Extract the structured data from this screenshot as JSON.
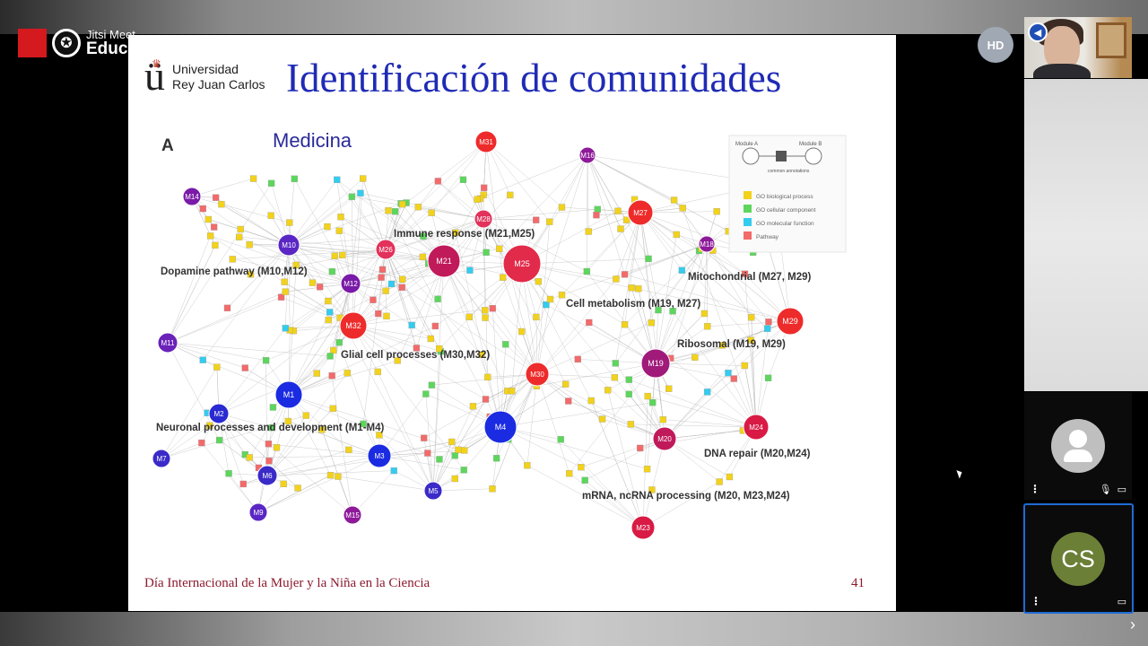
{
  "watermark": {
    "line1": "Jitsi Meet",
    "line2": "Educa"
  },
  "header": {
    "quality_badge": "HD"
  },
  "slide": {
    "logo_line1": "Universidad",
    "logo_line2": "Rey Juan Carlos",
    "logo_letter": "ü",
    "title": "Identificación de comunidades",
    "footer_text": "Día Internacional de la Mujer y la Niña en la Ciencia",
    "page_number": "41"
  },
  "figure": {
    "panel_label": "A",
    "subtitle": "Medicina",
    "legend": {
      "module_a": "Module A",
      "module_b": "Module B",
      "common_annotations": "common annotations",
      "items": [
        {
          "label": "GO biological process",
          "color": "#f2d21b"
        },
        {
          "label": "GO cellular component",
          "color": "#5cd65c"
        },
        {
          "label": "GO molecular function",
          "color": "#33ccee"
        },
        {
          "label": "Pathway",
          "color": "#f26a6a"
        }
      ]
    },
    "cluster_labels": [
      "Immune response (M21,M25)",
      "Dopamine pathway (M10,M12)",
      "Mitochondrial (M27, M29)",
      "Cell metabolism (M19, M27)",
      "Ribosomal (M19, M29)",
      "Glial cell processes (M30,M32)",
      "Neuronal processes and development (M1-M4)",
      "DNA repair (M20,M24)",
      "mRNA, ncRNA processing (M20, M23,M24)"
    ],
    "modules": [
      {
        "id": "M31",
        "color": "#ee2b2b"
      },
      {
        "id": "M16",
        "color": "#8e1a9a"
      },
      {
        "id": "M14",
        "color": "#7a1aa8"
      },
      {
        "id": "M28",
        "color": "#e2315a"
      },
      {
        "id": "M27",
        "color": "#ee2b2b"
      },
      {
        "id": "M10",
        "color": "#5a26c4"
      },
      {
        "id": "M26",
        "color": "#e2315a"
      },
      {
        "id": "M21",
        "color": "#c01a5a"
      },
      {
        "id": "M25",
        "color": "#e22a4a"
      },
      {
        "id": "M18",
        "color": "#8e1a9a"
      },
      {
        "id": "M12",
        "color": "#7a1aa8"
      },
      {
        "id": "M32",
        "color": "#ee2b2b"
      },
      {
        "id": "M29",
        "color": "#ee2b2b"
      },
      {
        "id": "M11",
        "color": "#6a22b8"
      },
      {
        "id": "M19",
        "color": "#a01a7a"
      },
      {
        "id": "M30",
        "color": "#ee2b2b"
      },
      {
        "id": "M1",
        "color": "#1a2be2"
      },
      {
        "id": "M2",
        "color": "#2a2ad2"
      },
      {
        "id": "M4",
        "color": "#1a2be2"
      },
      {
        "id": "M24",
        "color": "#d81a44"
      },
      {
        "id": "M20",
        "color": "#c01a5a"
      },
      {
        "id": "M7",
        "color": "#3a2ac8"
      },
      {
        "id": "M3",
        "color": "#1a2be2"
      },
      {
        "id": "M6",
        "color": "#3a2ac8"
      },
      {
        "id": "M5",
        "color": "#3a2ac8"
      },
      {
        "id": "M9",
        "color": "#5a26c4"
      },
      {
        "id": "M15",
        "color": "#8e1a9a"
      },
      {
        "id": "M23",
        "color": "#d81a44"
      }
    ]
  },
  "participants": [
    {
      "name": "",
      "initials": ""
    },
    {
      "name": "",
      "initials": "CS"
    }
  ]
}
